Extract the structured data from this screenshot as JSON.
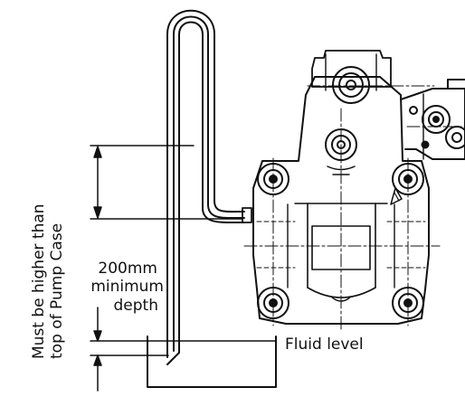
{
  "labels": {
    "vertical_line1": "Must be higher than",
    "vertical_line2": "top of Pump Case",
    "depth_line1": "200mm",
    "depth_line2": "minimum",
    "depth_line3": "depth",
    "fluid_level": "Fluid level"
  },
  "colors": {
    "line": "#111111",
    "background": "#ffffff"
  }
}
